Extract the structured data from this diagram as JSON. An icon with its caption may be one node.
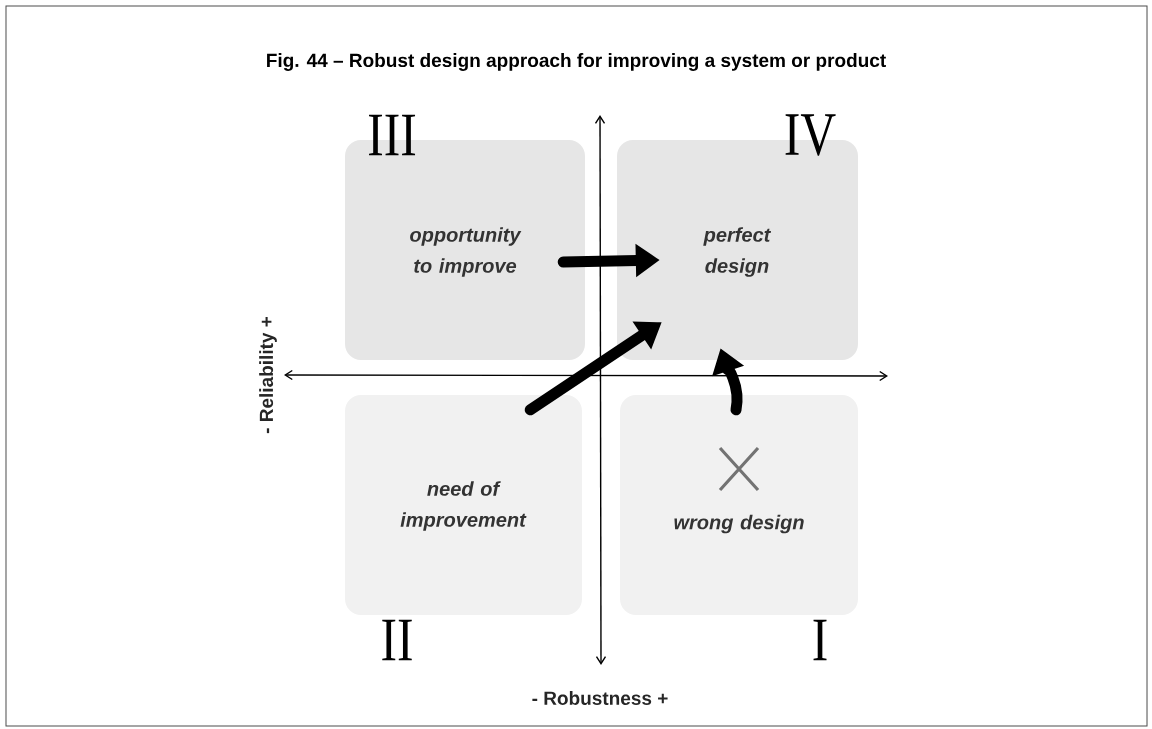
{
  "diagram": {
    "title": "Fig. 44 – Robust design approach for improving a system or product",
    "nodes": [
      {
        "text": [
          "III",
          "opportunity to improve"
        ]
      },
      {
        "text": [
          "IV",
          "perfect design"
        ]
      },
      {
        "text": [
          "need of improvement",
          "II"
        ]
      },
      {
        "text": [
          "wrong design",
          "I"
        ]
      }
    ],
    "edges": [
      {
        "from": 0,
        "to": 1,
        "arrow": "to"
      },
      {
        "from": 2,
        "to": 1,
        "arrow": "to"
      },
      {
        "from": 3,
        "to": 1,
        "arrow": "to"
      }
    ],
    "labels": [
      "- Reliability +",
      "- Robustness +"
    ]
  }
}
